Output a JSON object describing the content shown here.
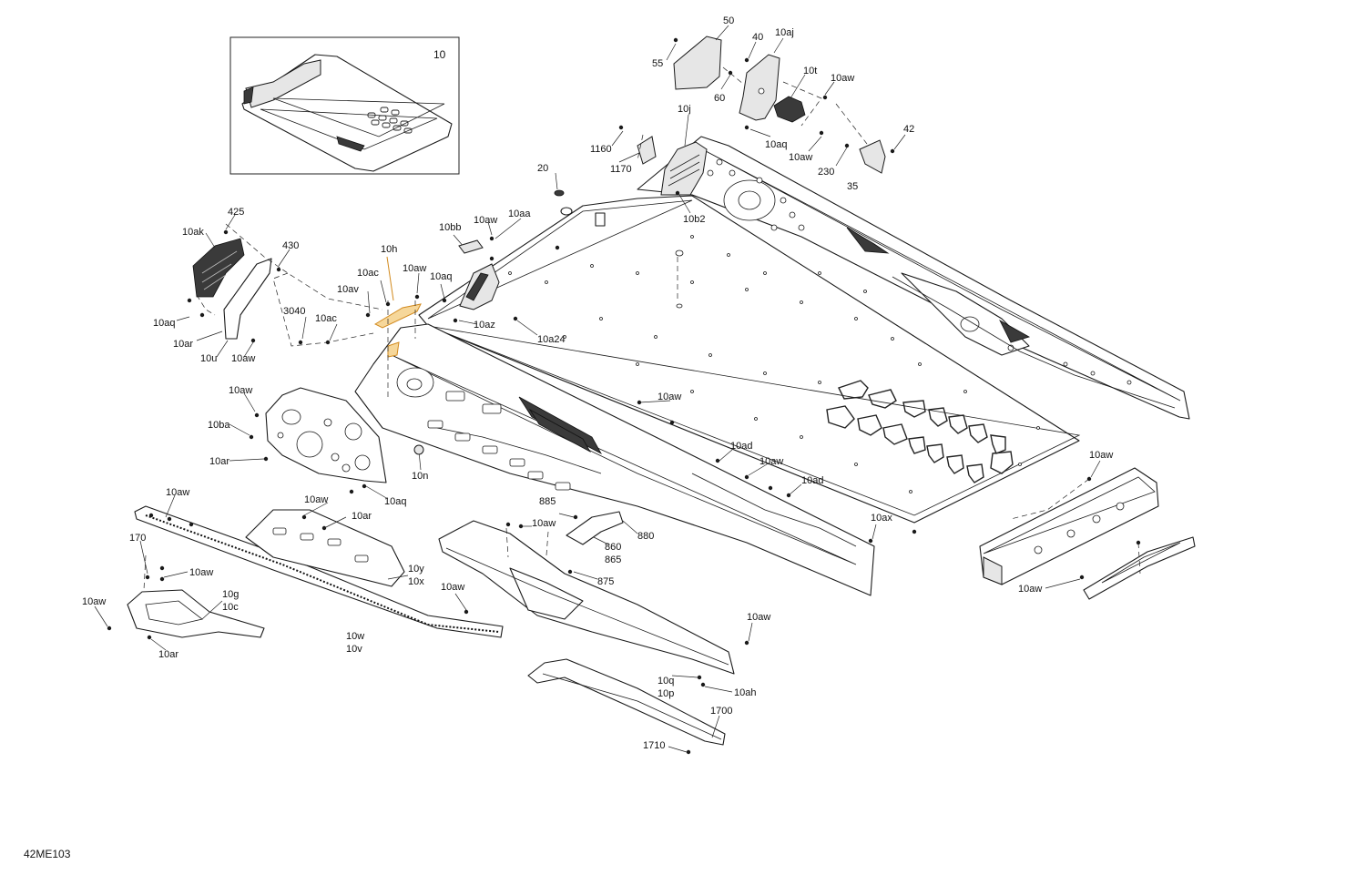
{
  "figure_code": "42ME103",
  "inset_label": "10",
  "callouts": {
    "c50": "50",
    "c55": "55",
    "c60": "60",
    "c40": "40",
    "c10aj": "10aj",
    "c10t": "10t",
    "c10aw_tr": "10aw",
    "c10aq_tr": "10aq",
    "c10aw_tr2": "10aw",
    "c42": "42",
    "c230": "230",
    "c35": "35",
    "c10j": "10j",
    "c1160": "1160",
    "c1170": "1170",
    "c10b2": "10b2",
    "c20": "20",
    "c10aa": "10aa",
    "c10aw_mid": "10aw",
    "c10bb": "10bb",
    "c425": "425",
    "c430": "430",
    "c10ak": "10ak",
    "c10h": "10h",
    "c10ac_top": "10ac",
    "c10aw_h": "10aw",
    "c10aq_mid": "10aq",
    "c10av": "10av",
    "c3040": "3040",
    "c10ac": "10ac",
    "c10az": "10az",
    "c10a24": "10a24",
    "c10aq_l": "10aq",
    "c10ar_l": "10ar",
    "c10u": "10u",
    "c10aw_l": "10aw",
    "c10aw_plate": "10aw",
    "c10ba": "10ba",
    "c10ar_plate": "10ar",
    "c10n": "10n",
    "c10aq_plate": "10aq",
    "c10aw_c": "10aw",
    "c10ad_1": "10ad",
    "c10aw_c2": "10aw",
    "c10ad_2": "10ad",
    "c10aw_rail": "10aw",
    "c10aw_br": "10aw",
    "c170": "170",
    "c10aw_b1": "10aw",
    "c10aw_b2": "10aw",
    "c10ar_br": "10ar",
    "c10y": "10y",
    "c10x": "10x",
    "c10aw_lb": "10aw",
    "c10g": "10g",
    "c10c": "10c",
    "c10ar_lb": "10ar",
    "c10w": "10w",
    "c10v": "10v",
    "c10aw_bot": "10aw",
    "c885": "885",
    "c10aw_bot2": "10aw",
    "c880": "880",
    "c860": "860",
    "c865": "865",
    "c875": "875",
    "c10ax": "10ax",
    "c10aw_rb": "10aw",
    "c10aw_rb2": "10aw",
    "c10aw_runner": "10aw",
    "c10q": "10q",
    "c10p": "10p",
    "c10ah": "10ah",
    "c1700": "1700",
    "c1710": "1710"
  },
  "colors": {
    "line": "#1a1a1a",
    "highlight": "#f6d79a",
    "highlight_stroke": "#d28a1e",
    "fill": "#ffffff"
  },
  "icons": [
    "fastener-dot-icon",
    "rivet-icon"
  ]
}
